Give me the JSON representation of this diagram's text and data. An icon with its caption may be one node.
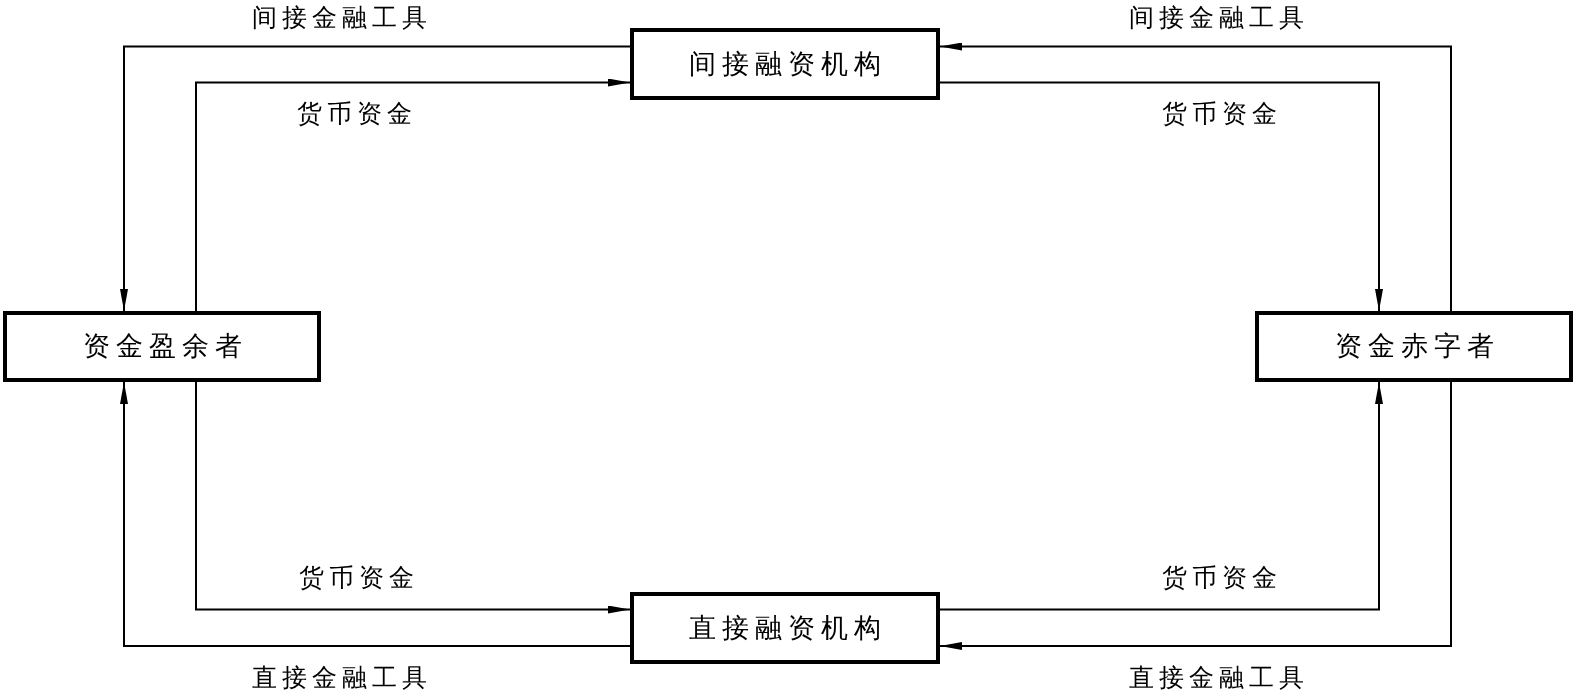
{
  "diagram": {
    "nodes": [
      {
        "text": [
          "间接融资机构"
        ]
      },
      {
        "text": [
          "资金盈余者"
        ]
      },
      {
        "text": [
          "资金赤字者"
        ]
      },
      {
        "text": [
          "直接融资机构"
        ]
      }
    ],
    "edges": [
      {
        "from": 0,
        "to": 1,
        "arrow": "to",
        "label": "间接金融工具"
      },
      {
        "from": 1,
        "to": 0,
        "arrow": "to",
        "label": "货币资金"
      },
      {
        "from": 2,
        "to": 0,
        "arrow": "to",
        "label": "间接金融工具"
      },
      {
        "from": 0,
        "to": 2,
        "arrow": "to",
        "label": "货币资金"
      },
      {
        "from": 1,
        "to": 3,
        "arrow": "to",
        "label": "货币资金"
      },
      {
        "from": 3,
        "to": 1,
        "arrow": "to",
        "label": "直接金融工具"
      },
      {
        "from": 3,
        "to": 2,
        "arrow": "to",
        "label": "货币资金"
      },
      {
        "from": 2,
        "to": 3,
        "arrow": "to",
        "label": "直接金融工具"
      }
    ]
  }
}
